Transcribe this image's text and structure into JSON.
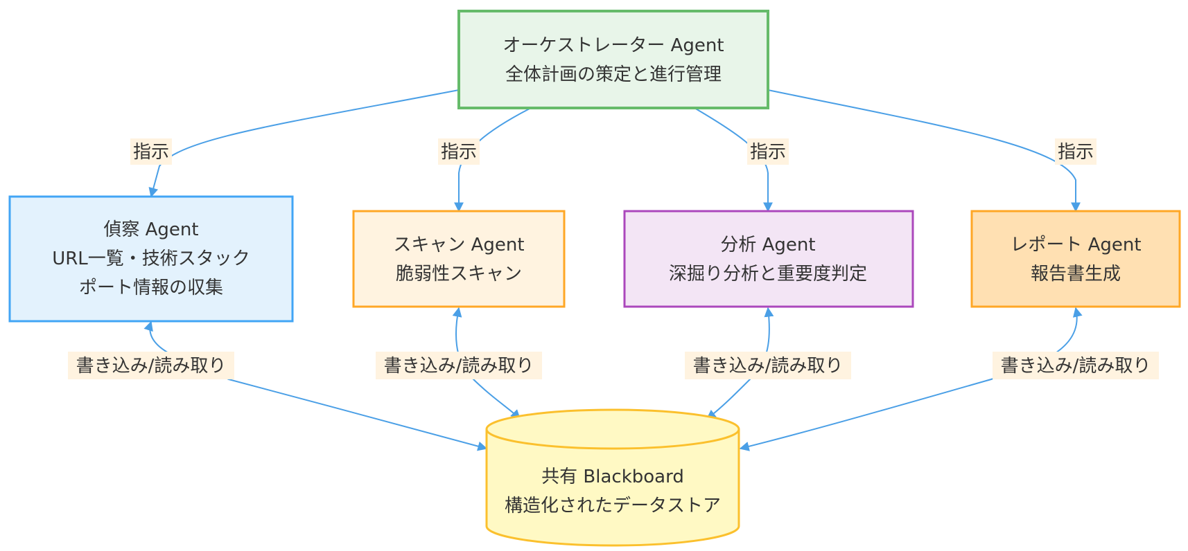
{
  "colors": {
    "edge": "#4a9fe6",
    "label_bg": "#fff3e0",
    "text": "#333333"
  },
  "nodes": {
    "orchestrator": {
      "lines": [
        "オーケストレーター Agent",
        "全体計画の策定と進行管理"
      ],
      "fill": "#e8f5e9",
      "stroke": "#66bb6a"
    },
    "recon": {
      "lines": [
        "偵察 Agent",
        "URL一覧・技術スタック",
        "ポート情報の収集"
      ],
      "fill": "#e3f2fd",
      "stroke": "#42a5f5"
    },
    "scan": {
      "lines": [
        "スキャン Agent",
        "脆弱性スキャン"
      ],
      "fill": "#fff3e0",
      "stroke": "#ffa726"
    },
    "analysis": {
      "lines": [
        "分析 Agent",
        "深掘り分析と重要度判定"
      ],
      "fill": "#f3e5f5",
      "stroke": "#ab47bc"
    },
    "report": {
      "lines": [
        "レポート Agent",
        "報告書生成"
      ],
      "fill": "#ffe0b2",
      "stroke": "#ffa726"
    },
    "blackboard": {
      "lines": [
        "共有 Blackboard",
        "構造化されたデータストア"
      ],
      "fill": "#fff9c4",
      "stroke": "#fbc02d"
    }
  },
  "edges": {
    "instruct_label": "指示",
    "readwrite_label": "書き込み/読み取り"
  }
}
